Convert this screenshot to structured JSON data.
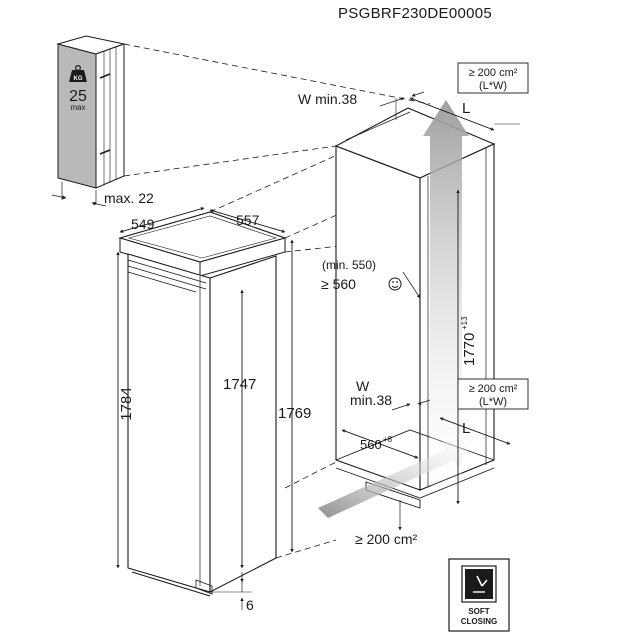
{
  "document_code": "PSGBRF230DE00005",
  "door_panel": {
    "weight_value": "25",
    "weight_unit": "KG",
    "weight_suffix": "max",
    "max_thickness": "max. 22"
  },
  "appliance": {
    "depth": "549",
    "width": "557",
    "height": "1784",
    "height_inner": "1747",
    "height_total": "1769",
    "bottom_gap": "6"
  },
  "niche": {
    "wall_gap_top": "W min.38",
    "length_top": "L",
    "vent_top_area": "≥ 200 cm²",
    "vent_top_formula": "(L*W)",
    "depth_min": "(min. 550)",
    "depth_recommended": "≥ 560",
    "height_label": "1770",
    "height_tol": "+13",
    "wall_gap_bottom_w": "W",
    "wall_gap_bottom_min": "min.38",
    "vent_mid_area": "≥ 200 cm²",
    "vent_mid_formula": "(L*W)",
    "length_bottom": "L",
    "width_label": "560",
    "width_tol": "+8",
    "vent_bottom_area": "≥ 200 cm²"
  },
  "badge": {
    "line1": "SOFT",
    "line2": "CLOSING"
  },
  "icons": [
    "weight-icon",
    "smiley-icon",
    "soft-closing-icon"
  ],
  "colors": {
    "line": "#1a1a1a",
    "panel_gray": "#b9b9b9",
    "airflow_gray": "#b0b0b0"
  }
}
